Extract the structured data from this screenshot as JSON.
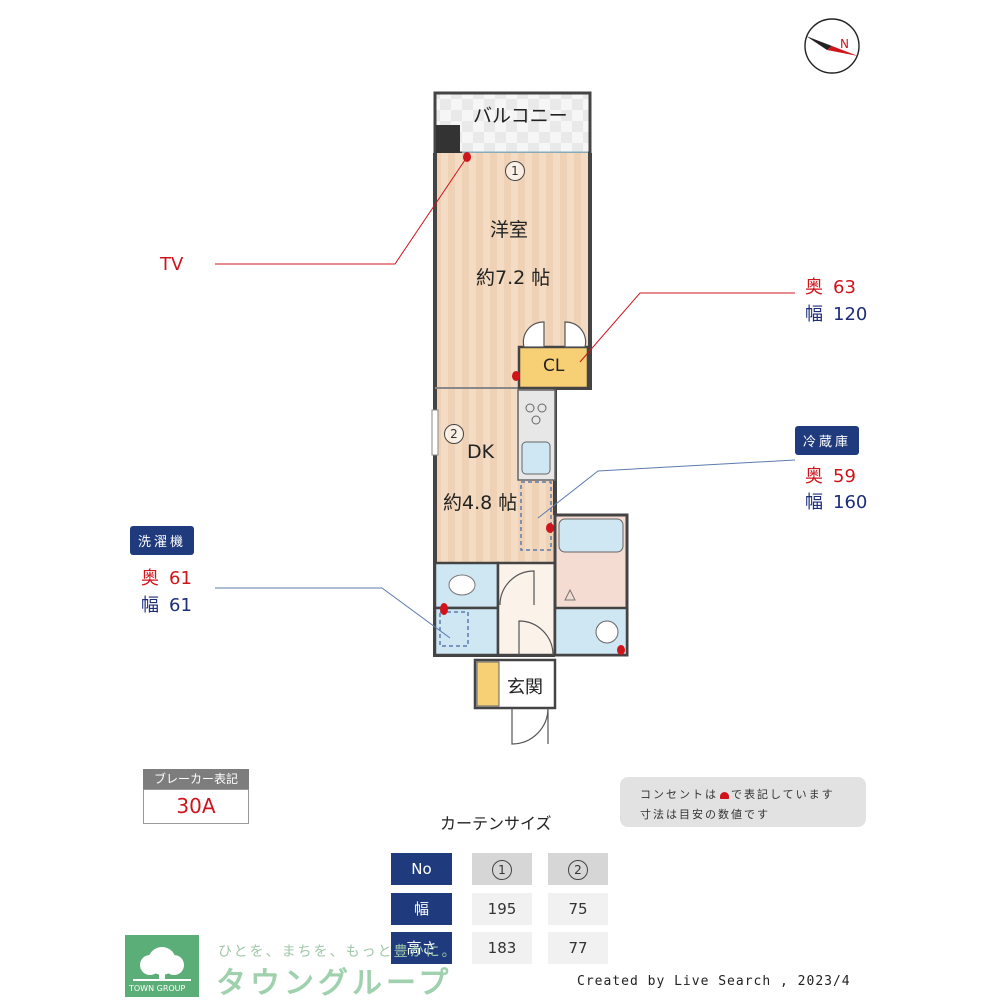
{
  "compass": {
    "north_label": "N"
  },
  "rooms": {
    "balcony": "バルコニー",
    "western_room": "洋室",
    "western_room_size": "約7.2 帖",
    "closet": "CL",
    "dk": "DK",
    "dk_size": "約4.8 帖",
    "entrance": "玄関",
    "window_1": "1",
    "window_2": "2"
  },
  "callouts": {
    "tv": "TV",
    "closet": {
      "depth_label": "奥",
      "depth": "63",
      "width_label": "幅",
      "width": "120"
    },
    "fridge": {
      "tag": "冷蔵庫",
      "depth_label": "奥",
      "depth": "59",
      "width_label": "幅",
      "width": "160"
    },
    "washer": {
      "tag": "洗濯機",
      "depth_label": "奥",
      "depth": "61",
      "width_label": "幅",
      "width": "61"
    }
  },
  "breaker": {
    "label": "ブレーカー表記",
    "value": "30A"
  },
  "note": {
    "line1_a": "コンセントは",
    "line1_b": "で表記しています",
    "line2": "寸法は目安の数値です"
  },
  "curtain": {
    "title": "カーテンサイズ",
    "header": {
      "label": "No",
      "col1": "1",
      "col2": "2"
    },
    "rows": [
      {
        "label": "幅",
        "col1": "195",
        "col2": "75"
      },
      {
        "label": "高さ",
        "col1": "183",
        "col2": "77"
      }
    ]
  },
  "footer": {
    "logo_text": "TOWN GROUP",
    "tagline": "ひとを、まちを、もっと豊かに。",
    "brand": "タウングループ",
    "credit": "Created by Live Search , 2023/4"
  },
  "colors": {
    "accent_red": "#d0141c",
    "accent_blue": "#1f3b7d",
    "floor_wood": "#f3dcc3",
    "wet_area": "#cfe6f3"
  }
}
